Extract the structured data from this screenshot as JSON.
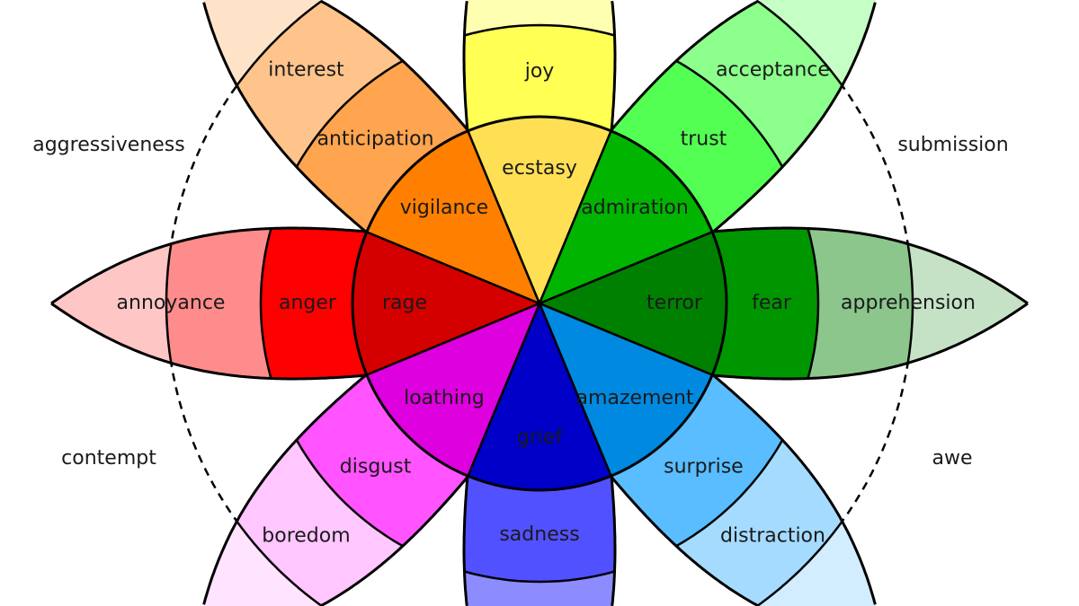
{
  "diagram": {
    "petals": [
      {
        "id": "anger",
        "inner": "rage",
        "middle": "anger",
        "outer": "annoyance",
        "colors": {
          "inner": "#d40000",
          "middle": "#ff0000",
          "outer": "#ff8c8c",
          "tip": "#ffc6c6"
        }
      },
      {
        "id": "anticipation",
        "inner": "vigilance",
        "middle": "anticipation",
        "outer": "interest",
        "colors": {
          "inner": "#ff7f00",
          "middle": "#ffa54f",
          "outer": "#ffc48c",
          "tip": "#ffe3c8"
        }
      },
      {
        "id": "joy",
        "inner": "ecstasy",
        "middle": "joy",
        "outer": null,
        "colors": {
          "inner": "#ffe054",
          "middle": "#ffff54",
          "outer": "#ffffb1",
          "tip": "#ffffdd"
        }
      },
      {
        "id": "trust",
        "inner": "admiration",
        "middle": "trust",
        "outer": "acceptance",
        "colors": {
          "inner": "#00b400",
          "middle": "#54ff54",
          "outer": "#8cff8c",
          "tip": "#c6ffc6"
        }
      },
      {
        "id": "fear",
        "inner": "terror",
        "middle": "fear",
        "outer": "apprehension",
        "colors": {
          "inner": "#008000",
          "middle": "#009600",
          "outer": "#8cc68c",
          "tip": "#c6e2c6"
        }
      },
      {
        "id": "surprise",
        "inner": "amazement",
        "middle": "surprise",
        "outer": "distraction",
        "colors": {
          "inner": "#0089e0",
          "middle": "#59bdff",
          "outer": "#a5dbff",
          "tip": "#d2edff"
        }
      },
      {
        "id": "sadness",
        "inner": "grief",
        "middle": "sadness",
        "outer": null,
        "colors": {
          "inner": "#0000c8",
          "middle": "#5151ff",
          "outer": "#8c8cff",
          "tip": "#c6c6ff"
        }
      },
      {
        "id": "disgust",
        "inner": "loathing",
        "middle": "disgust",
        "outer": "boredom",
        "colors": {
          "inner": "#de00de",
          "middle": "#ff54ff",
          "outer": "#ffc6ff",
          "tip": "#ffe3ff"
        }
      }
    ],
    "dyads": {
      "aggressiveness": "aggressiveness",
      "submission": "submission",
      "contempt": "contempt",
      "awe": "awe"
    }
  }
}
